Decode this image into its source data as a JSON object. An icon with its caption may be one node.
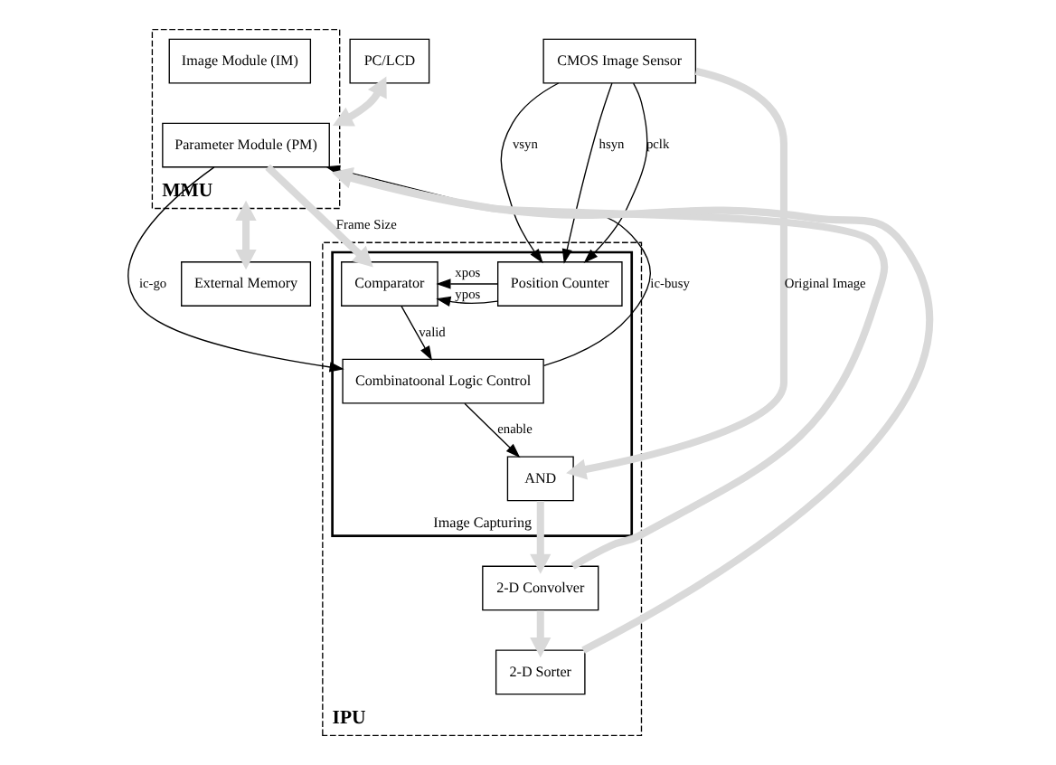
{
  "diagram": {
    "nodes": [
      {
        "text": [
          "PC/LCD"
        ]
      },
      {
        "text": [
          "MMU"
        ]
      },
      {
        "text": [
          "Parameter Module (PM)"
        ],
        "in": 1
      },
      {
        "text": [
          "Image Module (IM)"
        ],
        "in": 1
      },
      {
        "text": [
          "External Memory"
        ]
      },
      {
        "text": [
          "CMOS Image Sensor"
        ]
      },
      {
        "text": [
          "IPU"
        ]
      },
      {
        "text": [
          "Image Capturing"
        ],
        "in": 6
      },
      {
        "text": [
          "Comparator"
        ],
        "in": 7
      },
      {
        "text": [
          "Position Counter"
        ],
        "in": 7
      },
      {
        "text": [
          "Combinatoonal Logic Control"
        ],
        "in": 7
      },
      {
        "text": [
          "AND"
        ],
        "in": 7
      },
      {
        "text": [
          "2-D Convolver"
        ],
        "in": 6
      },
      {
        "text": [
          "2-D Sorter"
        ],
        "in": 6
      }
    ],
    "edges": [
      {
        "from": 0,
        "to": 1,
        "arrow": "both",
        "style": "thick",
        "color": "#d9d9d9"
      },
      {
        "from": 1,
        "to": 4,
        "arrow": "both",
        "style": "thick",
        "color": "#d9d9d9"
      },
      {
        "from": 5,
        "to": 11,
        "arrow": "to",
        "label": "Original Image",
        "style": "thick",
        "color": "#d9d9d9"
      },
      {
        "from": 5,
        "to": 9,
        "arrow": "to",
        "label": "vsyn"
      },
      {
        "from": 5,
        "to": 9,
        "arrow": "to",
        "label": "hsyn"
      },
      {
        "from": 5,
        "to": 9,
        "arrow": "to",
        "label": "pclk"
      },
      {
        "from": 9,
        "to": 8,
        "arrow": "to",
        "label": "xpos"
      },
      {
        "from": 9,
        "to": 8,
        "arrow": "to",
        "label": "ypos"
      },
      {
        "from": 2,
        "to": 8,
        "arrow": "to",
        "label": "Frame Size",
        "style": "thick",
        "color": "#d9d9d9"
      },
      {
        "from": 2,
        "to": 10,
        "arrow": "to",
        "label": "ic-go"
      },
      {
        "from": 10,
        "to": 2,
        "arrow": "to",
        "label": "ic-busy"
      },
      {
        "from": 8,
        "to": 10,
        "arrow": "to",
        "label": "valid"
      },
      {
        "from": 10,
        "to": 11,
        "arrow": "to",
        "label": "enable"
      },
      {
        "from": 11,
        "to": 12,
        "arrow": "to",
        "style": "thick",
        "color": "#d9d9d9"
      },
      {
        "from": 12,
        "to": 13,
        "arrow": "to",
        "style": "thick",
        "color": "#d9d9d9"
      },
      {
        "from": 12,
        "to": 1,
        "arrow": "to",
        "style": "thick",
        "color": "#d9d9d9"
      },
      {
        "from": 13,
        "to": 1,
        "arrow": "to",
        "style": "thick",
        "color": "#d9d9d9"
      }
    ]
  }
}
